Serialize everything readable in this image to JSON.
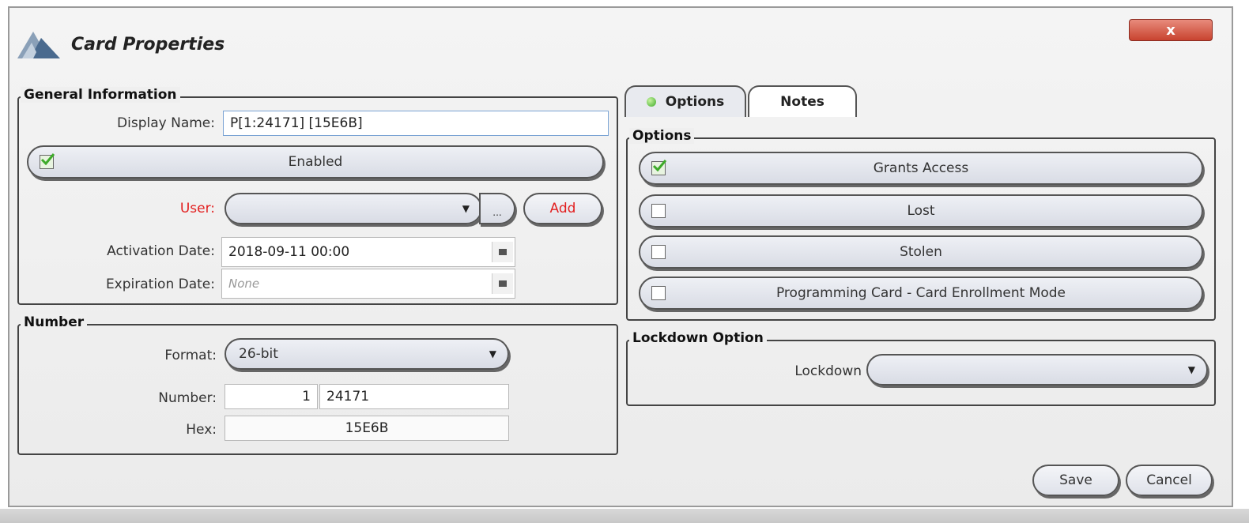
{
  "window": {
    "title": "Card Properties",
    "close_label": "x"
  },
  "general": {
    "title": "General Information",
    "display_name_label": "Display Name:",
    "display_name_value": "P[1:24171] [15E6B]",
    "enabled_label": "Enabled",
    "user_label": "User:",
    "user_value": "",
    "user_browse": "...",
    "add_label": "Add",
    "activation_label": "Activation Date:",
    "activation_value": "2018-09-11 00:00",
    "expiration_label": "Expiration Date:",
    "expiration_placeholder": "None"
  },
  "number": {
    "title": "Number",
    "format_label": "Format:",
    "format_value": "26-bit",
    "number_label": "Number:",
    "number_facility": "1",
    "number_card": "24171",
    "hex_label": "Hex:",
    "hex_value": "15E6B"
  },
  "tabs": [
    {
      "label": "Options",
      "active": true
    },
    {
      "label": "Notes",
      "active": false
    }
  ],
  "options": {
    "title": "Options",
    "items": [
      {
        "label": "Grants Access",
        "checked": true
      },
      {
        "label": "Lost",
        "checked": false
      },
      {
        "label": "Stolen",
        "checked": false
      },
      {
        "label": "Programming Card - Card Enrollment Mode",
        "checked": false
      }
    ]
  },
  "lockdown": {
    "title": "Lockdown Option",
    "label": "Lockdown",
    "value": ""
  },
  "actions": {
    "save": "Save",
    "cancel": "Cancel"
  },
  "colors": {
    "required_label": "#e22020",
    "accent_green": "#3daa2a",
    "close_red": "#c8432f"
  }
}
